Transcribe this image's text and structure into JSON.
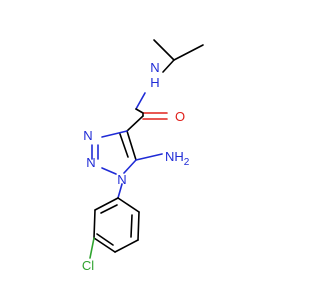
{
  "atoms": {
    "N_amide": {
      "label": "N",
      "color": "#1f2bd6"
    },
    "H_amide": {
      "label": "H",
      "color": "#1f2bd6"
    },
    "O": {
      "label": "O",
      "color": "#e0201b"
    },
    "N_triazole_1": {
      "label": "N",
      "color": "#1f2bd6"
    },
    "N_triazole_2": {
      "label": "N",
      "color": "#1f2bd6"
    },
    "N_triazole_3": {
      "label": "N",
      "color": "#1f2bd6"
    },
    "NH2": {
      "label": "NH",
      "sub": "2",
      "color": "#1f2bd6"
    },
    "Cl": {
      "label": "Cl",
      "color": "#2fa32f"
    }
  }
}
